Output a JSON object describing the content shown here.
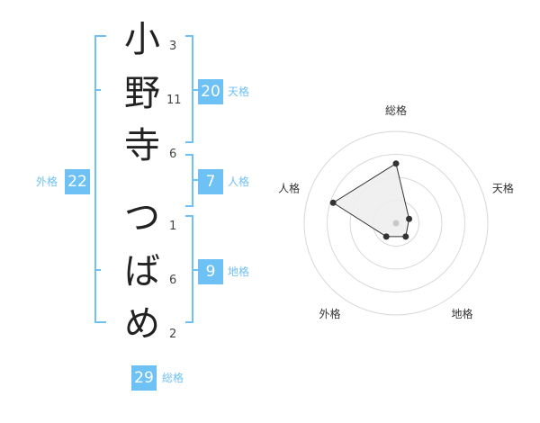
{
  "name_chars": [
    {
      "char": "小",
      "strokes": "3"
    },
    {
      "char": "野",
      "strokes": "11"
    },
    {
      "char": "寺",
      "strokes": "6"
    },
    {
      "char": "つ",
      "strokes": "1"
    },
    {
      "char": "ば",
      "strokes": "6"
    },
    {
      "char": "め",
      "strokes": "2"
    }
  ],
  "kakusu": {
    "tenkaku": {
      "value": "20",
      "label": "天格"
    },
    "jinkaku": {
      "value": "7",
      "label": "人格"
    },
    "chikaku": {
      "value": "9",
      "label": "地格"
    },
    "gaikaku": {
      "value": "22",
      "label": "外格"
    },
    "soukaku": {
      "value": "29",
      "label": "総格"
    }
  },
  "radar": {
    "axes": [
      "総格",
      "天格",
      "地格",
      "外格",
      "人格"
    ],
    "values": [
      0.65,
      0.15,
      0.18,
      0.18,
      0.72
    ],
    "rings": 4
  },
  "colors": {
    "accent": "#6ec1f5",
    "bracket": "#6ec1f5",
    "ring": "#d8d8d8",
    "fill": "#eeeeee"
  }
}
